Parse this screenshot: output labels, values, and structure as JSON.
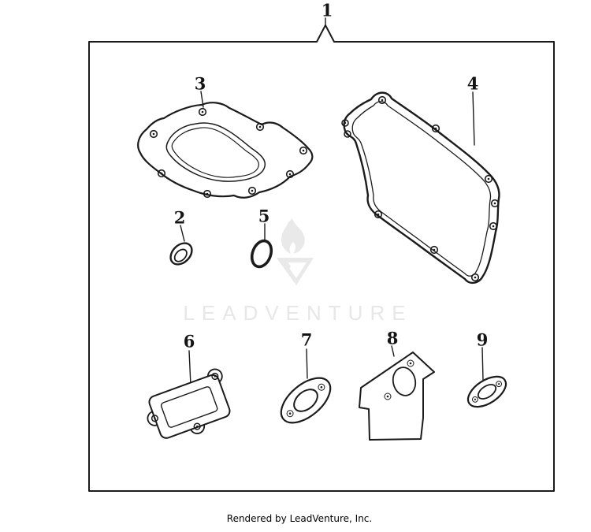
{
  "diagram": {
    "title_callout": "1",
    "border_color": "#1b1b1b",
    "callouts": [
      {
        "id": 1,
        "label": "1"
      },
      {
        "id": 2,
        "label": "2"
      },
      {
        "id": 3,
        "label": "3"
      },
      {
        "id": 4,
        "label": "4"
      },
      {
        "id": 5,
        "label": "5"
      },
      {
        "id": 6,
        "label": "6"
      },
      {
        "id": 7,
        "label": "7"
      },
      {
        "id": 8,
        "label": "8"
      },
      {
        "id": 9,
        "label": "9"
      }
    ]
  },
  "watermark": {
    "text": "LEADVENTURE",
    "logo": "leadventure-flame-v-logo",
    "color": "#e7e7e7"
  },
  "footer": {
    "text": "Rendered by LeadVenture, Inc."
  }
}
